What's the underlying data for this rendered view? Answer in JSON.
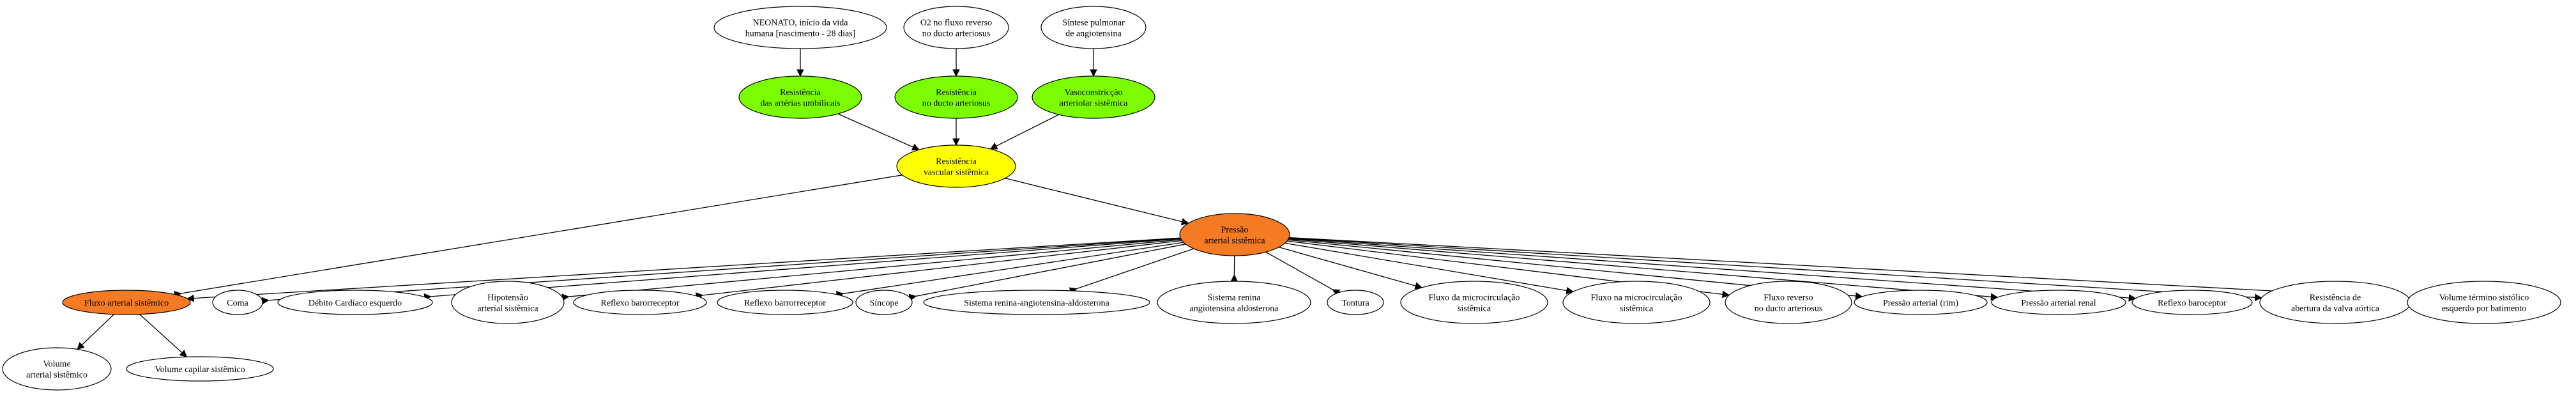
{
  "colors": {
    "green": "#7cfc00",
    "yellow": "#ffff00",
    "orange": "#f47a24",
    "white": "#ffffff",
    "stroke": "#000000"
  },
  "nodes": {
    "neonato": {
      "lines": [
        "NEONATO, início da vida",
        "humana [nascimento - 28 dias]"
      ],
      "fill": "white"
    },
    "o2": {
      "lines": [
        "O2 no fluxo reverso",
        "no ducto arteriosus"
      ],
      "fill": "white"
    },
    "sintese": {
      "lines": [
        "Síntese pulmonar",
        "de angiotensina"
      ],
      "fill": "white"
    },
    "res_umb": {
      "lines": [
        "Resistência",
        "das artérias umbilicais"
      ],
      "fill": "green"
    },
    "res_ducto": {
      "lines": [
        "Resistência",
        "no ducto arteriosus"
      ],
      "fill": "green"
    },
    "vaso": {
      "lines": [
        "Vasoconstricção",
        "arteriolar sistêmica"
      ],
      "fill": "green"
    },
    "rvs": {
      "lines": [
        "Resistência",
        "vascular sistêmica"
      ],
      "fill": "yellow"
    },
    "pas": {
      "lines": [
        "Pressão",
        "arterial sistêmica"
      ],
      "fill": "orange"
    },
    "fas": {
      "lines": [
        "Fluxo arterial sistêmico"
      ],
      "fill": "orange"
    },
    "coma": {
      "lines": [
        "Coma"
      ],
      "fill": "white"
    },
    "debito": {
      "lines": [
        "Débito Cardíaco esquerdo"
      ],
      "fill": "white"
    },
    "hipo": {
      "lines": [
        "Hipotensão",
        "arterial sistêmica"
      ],
      "fill": "white"
    },
    "baro1": {
      "lines": [
        "Reflexo barorreceptor"
      ],
      "fill": "white"
    },
    "baro2": {
      "lines": [
        "Reflexo barrorreceptor"
      ],
      "fill": "white"
    },
    "sincope": {
      "lines": [
        "Síncope"
      ],
      "fill": "white"
    },
    "sraa1": {
      "lines": [
        "Sistema renina-angiotensina-aldosterona"
      ],
      "fill": "white"
    },
    "sraa2": {
      "lines": [
        "Sistema renina",
        "angiotensina aldosterona"
      ],
      "fill": "white"
    },
    "tontura": {
      "lines": [
        "Tontura"
      ],
      "fill": "white"
    },
    "fluxo_micro1": {
      "lines": [
        "Fluxo da microcirculação",
        "sistêmica"
      ],
      "fill": "white"
    },
    "fluxo_micro2": {
      "lines": [
        "Fluxo na microcirculação",
        "sistêmica"
      ],
      "fill": "white"
    },
    "fluxo_rev": {
      "lines": [
        "Fluxo reverso",
        "no ducto arteriosus"
      ],
      "fill": "white"
    },
    "p_rim": {
      "lines": [
        "Pressão arterial (rim)"
      ],
      "fill": "white"
    },
    "p_renal": {
      "lines": [
        "Pressão arterial renal"
      ],
      "fill": "white"
    },
    "baro3": {
      "lines": [
        "Reflexo baroceptor"
      ],
      "fill": "white"
    },
    "res_aortica": {
      "lines": [
        "Resistência de",
        "abertura da valva aórtica"
      ],
      "fill": "white"
    },
    "vol_sist": {
      "lines": [
        "Volume término sistólico",
        "esquerdo por batimento"
      ],
      "fill": "white"
    },
    "vol_art": {
      "lines": [
        "Volume",
        "arterial sistêmico"
      ],
      "fill": "white"
    },
    "vol_cap": {
      "lines": [
        "Volume capilar sistêmico"
      ],
      "fill": "white"
    }
  },
  "edges": [
    {
      "from": "neonato",
      "to": "res_umb",
      "head": "normal"
    },
    {
      "from": "o2",
      "to": "res_ducto",
      "head": "normal"
    },
    {
      "from": "sintese",
      "to": "vaso",
      "head": "normal"
    },
    {
      "from": "res_umb",
      "to": "rvs",
      "head": "normal"
    },
    {
      "from": "res_ducto",
      "to": "rvs",
      "head": "normal"
    },
    {
      "from": "vaso",
      "to": "rvs",
      "head": "normal"
    },
    {
      "from": "rvs",
      "to": "pas",
      "head": "normal"
    },
    {
      "from": "rvs",
      "to": "fas",
      "head": "inverse"
    },
    {
      "from": "pas",
      "to": "fas",
      "head": "normal"
    },
    {
      "from": "pas",
      "to": "coma",
      "head": "inverse"
    },
    {
      "from": "pas",
      "to": "debito",
      "head": "inverse"
    },
    {
      "from": "pas",
      "to": "hipo",
      "head": "inverse"
    },
    {
      "from": "pas",
      "to": "baro1",
      "head": "inverse"
    },
    {
      "from": "pas",
      "to": "baro2",
      "head": "inverse"
    },
    {
      "from": "pas",
      "to": "sincope",
      "head": "inverse"
    },
    {
      "from": "pas",
      "to": "sraa1",
      "head": "inverse"
    },
    {
      "from": "pas",
      "to": "sraa2",
      "head": "inverse"
    },
    {
      "from": "pas",
      "to": "tontura",
      "head": "inverse"
    },
    {
      "from": "pas",
      "to": "fluxo_micro1",
      "head": "normal"
    },
    {
      "from": "pas",
      "to": "fluxo_micro2",
      "head": "normal"
    },
    {
      "from": "pas",
      "to": "fluxo_rev",
      "head": "normal"
    },
    {
      "from": "pas",
      "to": "p_rim",
      "head": "normal"
    },
    {
      "from": "pas",
      "to": "p_renal",
      "head": "normal"
    },
    {
      "from": "pas",
      "to": "baro3",
      "head": "normal"
    },
    {
      "from": "pas",
      "to": "res_aortica",
      "head": "normal"
    },
    {
      "from": "pas",
      "to": "vol_sist",
      "head": "normal"
    },
    {
      "from": "fas",
      "to": "vol_art",
      "head": "normal"
    },
    {
      "from": "fas",
      "to": "vol_cap",
      "head": "normal"
    }
  ]
}
